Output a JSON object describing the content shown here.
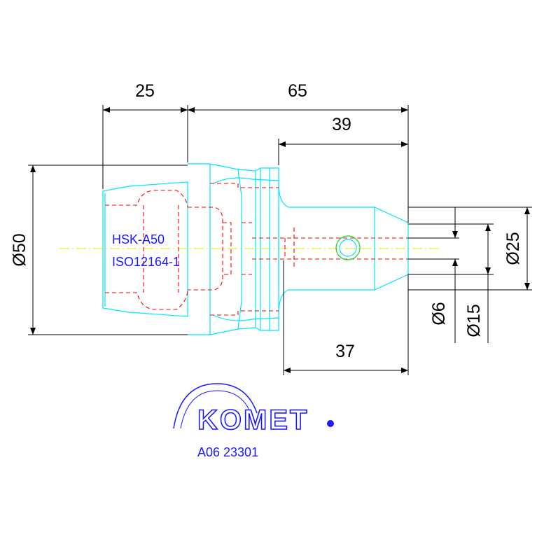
{
  "dimensions": {
    "d25_top": "25",
    "d65": "65",
    "d39": "39",
    "d37": "37",
    "dia50": "Ø50",
    "dia6": "Ø6",
    "dia15": "Ø15",
    "dia25": "Ø25"
  },
  "notes": {
    "line1": "HSK-A50",
    "line2": "ISO12164-1"
  },
  "logo": {
    "text": "KOMET",
    "mark": "®"
  },
  "part_number": "A06 23301",
  "colors": {
    "outline": "#00e5ff",
    "hidden": "#ff0000",
    "centerline": "#e8e800",
    "dimension": "#000000",
    "text": "#1a1aff"
  }
}
